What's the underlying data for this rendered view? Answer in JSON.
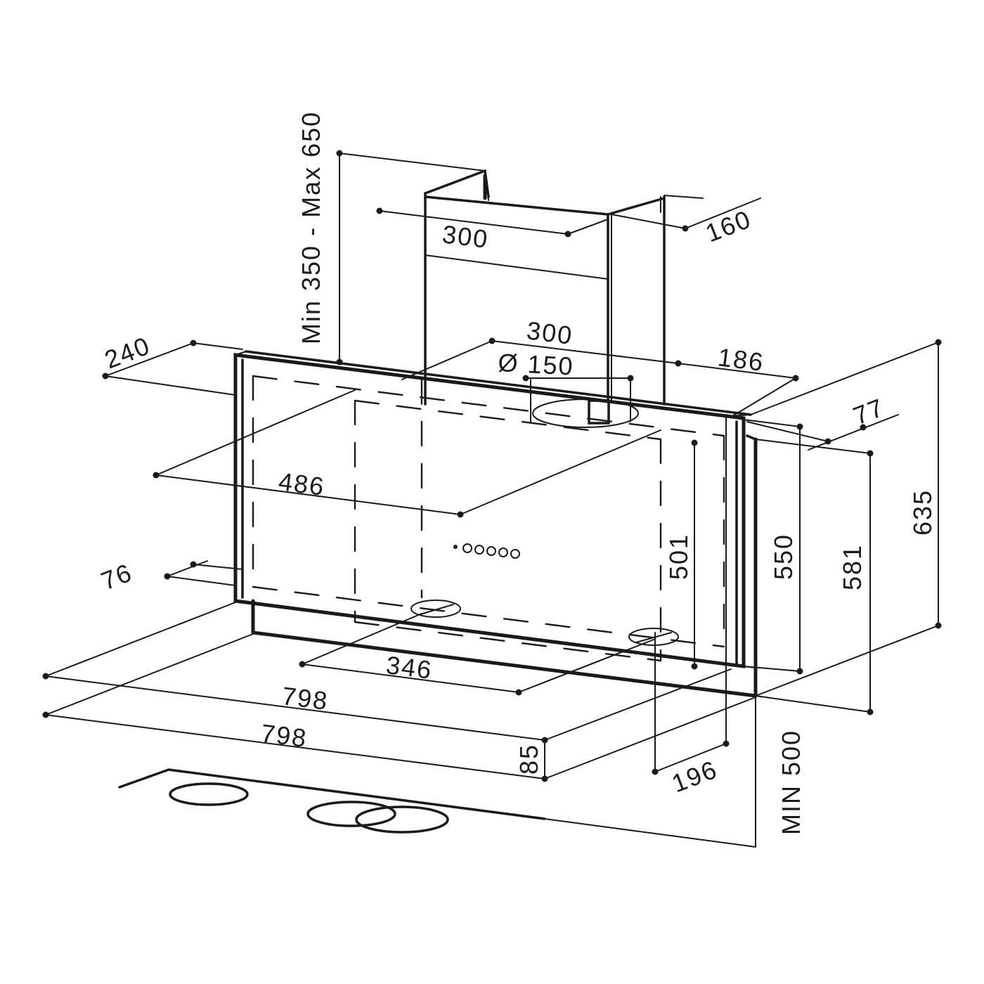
{
  "dimensions": {
    "chimney_height": "Min 350 - Max 650",
    "chimney_width": "300",
    "chimney_depth": "160",
    "outlet_position_width": "300",
    "outlet_diameter": "Ø 150",
    "outlet_side_offset": "186",
    "outlet_depth_offset": "240",
    "top_depth": "77",
    "panel_height_total": "635",
    "panel_height_550": "550",
    "panel_height_581": "581",
    "panel_height_501": "501",
    "inner_width": "486",
    "bottom_offset": "76",
    "bottom_width": "346",
    "width_upper": "798",
    "width_lower": "798",
    "base_height": "85",
    "base_depth": "196",
    "min_clearance": "MIN 500"
  },
  "colors": {
    "line": "#1a1a1a",
    "background": "#ffffff"
  }
}
